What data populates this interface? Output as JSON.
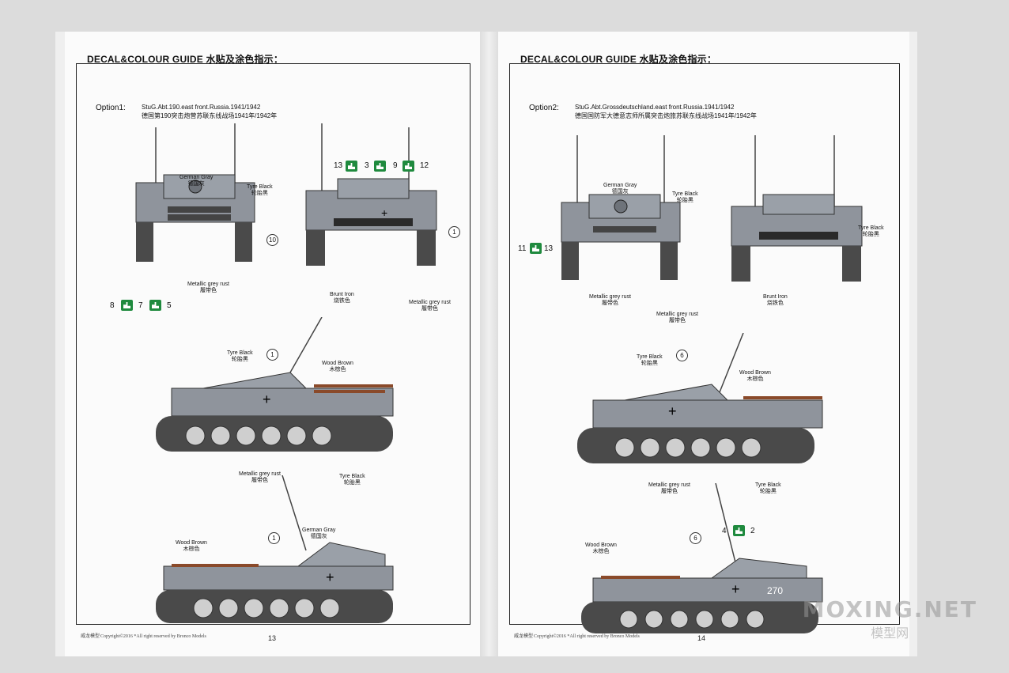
{
  "header": "DECAL&COLOUR GUIDE 水贴及涂色指示：",
  "left": {
    "option_label": "Option1:",
    "option_en": "StuG.Abt.190.east front.Russia.1941/1942",
    "option_cn": "德国第190突击炮营苏联东线战场1941年/1942年",
    "page_num": "13",
    "labels": {
      "german_gray": "German Gray",
      "german_gray_cn": "德国灰",
      "tyre_black": "Tyre Black",
      "tyre_black_cn": "轮胎黑",
      "metallic": "Metallic grey rust",
      "metallic_cn": "履带色",
      "brunt_iron": "Brunt Iron",
      "brunt_iron_cn": "烧铁色",
      "wood_brown": "Wood Brown",
      "wood_brown_cn": "木棕色"
    },
    "callouts": {
      "c1": "1",
      "c10": "10"
    },
    "decal_nums": {
      "n13": "13",
      "n3": "3",
      "n9": "9",
      "n12": "12",
      "n8": "8",
      "n7": "7",
      "n5": "5"
    }
  },
  "right": {
    "option_label": "Option2:",
    "option_en": "StuG.Abt.Grossdeutschland.east front.Russia.1941/1942",
    "option_cn": "德国国防军大德意志师所属突击炮旅苏联东线战场1941年/1942年",
    "page_num": "14",
    "labels": {
      "german_gray": "German Gray",
      "german_gray_cn": "德国灰",
      "tyre_black": "Tyre Black",
      "tyre_black_cn": "轮胎黑",
      "metallic": "Metallic grey rust",
      "metallic_cn": "履带色",
      "brunt_iron": "Brunt Iron",
      "brunt_iron_cn": "烧铁色",
      "wood_brown": "Wood Brown",
      "wood_brown_cn": "木棕色"
    },
    "callouts": {
      "c6": "6"
    },
    "decal_nums": {
      "n11": "11",
      "n13": "13",
      "n4": "4",
      "n2": "2"
    },
    "side_number": "270"
  },
  "footer": {
    "brand": "威龙模型",
    "copyright": "Copyright©2016   *All right reserved by Bronco Models"
  },
  "watermark": {
    "main": "MOXING.NET",
    "sub": "模型网"
  },
  "colors": {
    "german_gray": "#8f949c",
    "wood_brown": "#8a4a2a",
    "decal_green": "#1f8a3e"
  }
}
